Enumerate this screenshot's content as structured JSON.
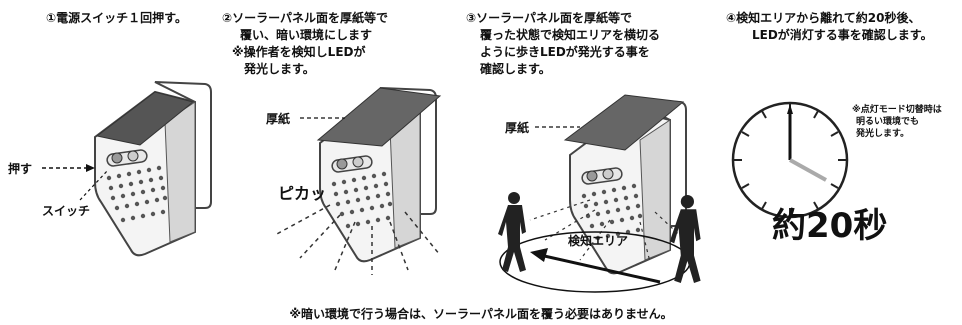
{
  "steps": [
    {
      "lines": [
        "①電源スイッチ１回押す。"
      ]
    },
    {
      "lines": [
        "②ソーラーパネル面を厚紙等で",
        "覆い、暗い環境にします",
        "※操作者を検知しLEDが",
        "発光します。"
      ]
    },
    {
      "lines": [
        "③ソーラーパネル面を厚紙等で",
        "覆った状態で検知エリアを横切る",
        "ように歩きLEDが発光する事を",
        "確認します。"
      ]
    },
    {
      "lines": [
        "④検知エリアから離れて約20秒後、",
        "LEDが消灯する事を確認します。"
      ]
    }
  ],
  "labels": {
    "push": "押す",
    "switch": "スイッチ",
    "cardboard_2": "厚紙",
    "pika": "ピカッ",
    "cardboard_3": "厚紙",
    "detection_area": "検知エリア",
    "seconds": "約20秒"
  },
  "clock_note": [
    "※点灯モード切替時は",
    "明るい環境でも",
    "発光します。"
  ],
  "footer": "※暗い環境で行う場合は、ソーラーパネル面を覆う必要はありません。"
}
